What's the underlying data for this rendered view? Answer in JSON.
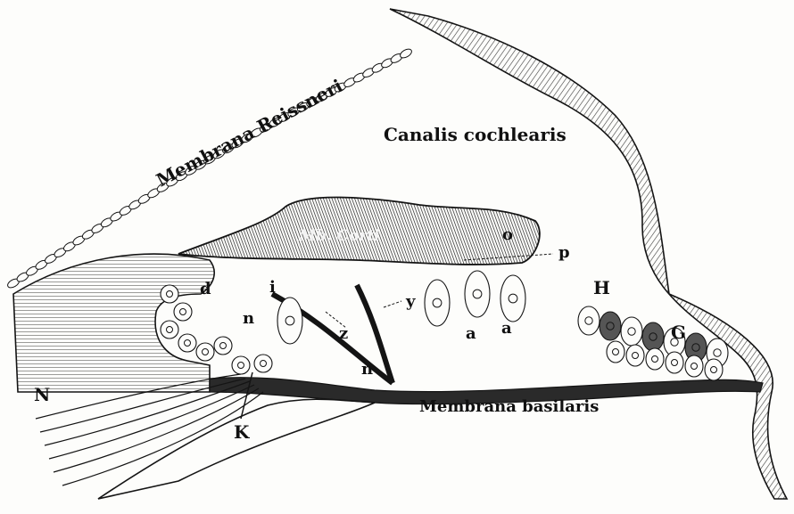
{
  "figure": {
    "labels": {
      "membrana_reissneri": "Membrana Reissneri",
      "canalis_cochlearis": "Canalis cochlearis",
      "mb_corti": "Mb. Corti",
      "membrana_basilaris": "Membrana basilaris",
      "o": "o",
      "p": "p",
      "d": "d",
      "i": "i",
      "y": "y",
      "H": "H",
      "n_upper": "n",
      "z": "z",
      "a_left": "a",
      "a_right": "a",
      "G": "G",
      "n_lower": "n",
      "N": "N",
      "K": "K"
    },
    "colors": {
      "ink": "#141414",
      "paper": "#fdfdfb",
      "hatch": "#3a3a3a"
    }
  }
}
